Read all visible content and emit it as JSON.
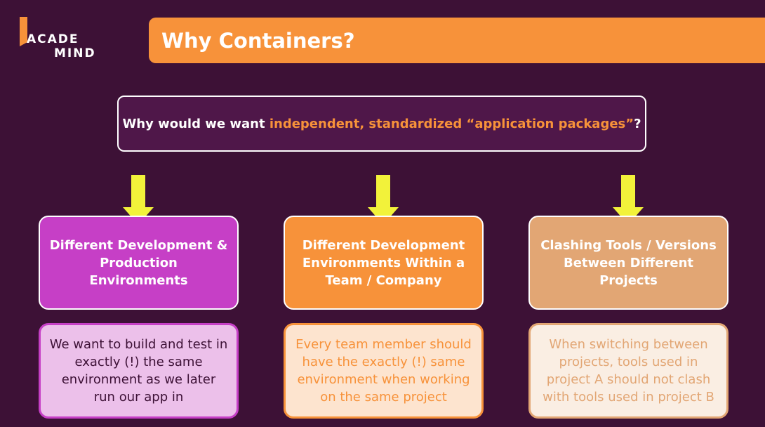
{
  "logo": {
    "line1": "ACADE",
    "line2": "MIND"
  },
  "header": {
    "title": "Why Containers?"
  },
  "question": {
    "prefix": "Why would we want ",
    "highlight": "independent, standardized “application packages”",
    "suffix": "?"
  },
  "columns": [
    {
      "heading": "Different Development & Production Environments",
      "description": "We want to build and test in exactly (!) the same environment as we later run our app in"
    },
    {
      "heading": "Different Development Environments Within a Team / Company",
      "description": "Every team member should have the exactly (!) same environment when working on the same project"
    },
    {
      "heading": "Clashing Tools / Versions Between Different Projects",
      "description": "When switching between projects, tools used in project A should not clash with tools used in project B"
    }
  ],
  "colors": {
    "background": "#3d1136",
    "accent_orange": "#f7923a",
    "magenta": "#c63fc6",
    "tan": "#e2a674",
    "arrow_yellow": "#f2f23a"
  }
}
